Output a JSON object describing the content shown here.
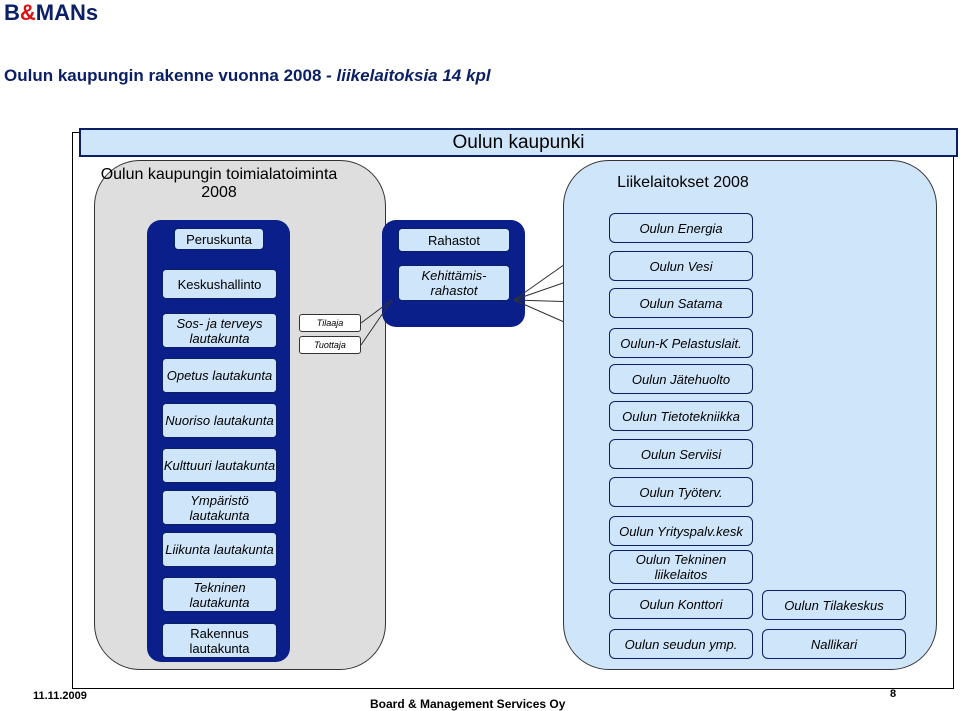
{
  "header": {
    "logo_b": "B",
    "logo_amp": "&",
    "logo_rest": "MANs",
    "subtitle_main": "Oulun kaupungin rakenne vuonna 2008",
    "subtitle_sep": " - ",
    "subtitle_em": "liikelaitoksia 14 kpl"
  },
  "diagram": {
    "top_title": "Oulun kaupunki",
    "left_title": "Oulun kaupungin toimialatoiminta 2008",
    "left_items": [
      "Peruskunta",
      "Keskushallinto",
      "Sos- ja terveys lautakunta",
      "Opetus lautakunta",
      "Nuoriso lautakunta",
      "Kulttuuri lautakunta",
      "Ympäristö lautakunta",
      "Liikunta lautakunta",
      "Tekninen lautakunta",
      "Rakennus lautakunta"
    ],
    "tilaaja": "Tilaaja",
    "tuottaja": "Tuottaja",
    "rahastot_title": "Rahastot",
    "rahastot_item": "Kehittämis-rahastot",
    "right_title": "Liikelaitokset 2008",
    "right_items": [
      "Oulun Energia",
      "Oulun Vesi",
      "Oulun Satama",
      "Oulun-K Pelastuslait.",
      "Oulun Jätehuolto",
      "Oulun Tietotekniikka",
      "Oulun Serviisi",
      "Oulun Työterv.",
      "Oulun Yrityspalv.kesk",
      "Oulun Tekninen liikelaitos",
      "Oulun Konttori",
      "Oulun seudun ymp."
    ],
    "right_extra": [
      "Oulun Tilakeskus",
      "Nallikari"
    ]
  },
  "footer": {
    "date": "11.11.2009",
    "org": "Board & Management Services Oy",
    "page": "8"
  }
}
